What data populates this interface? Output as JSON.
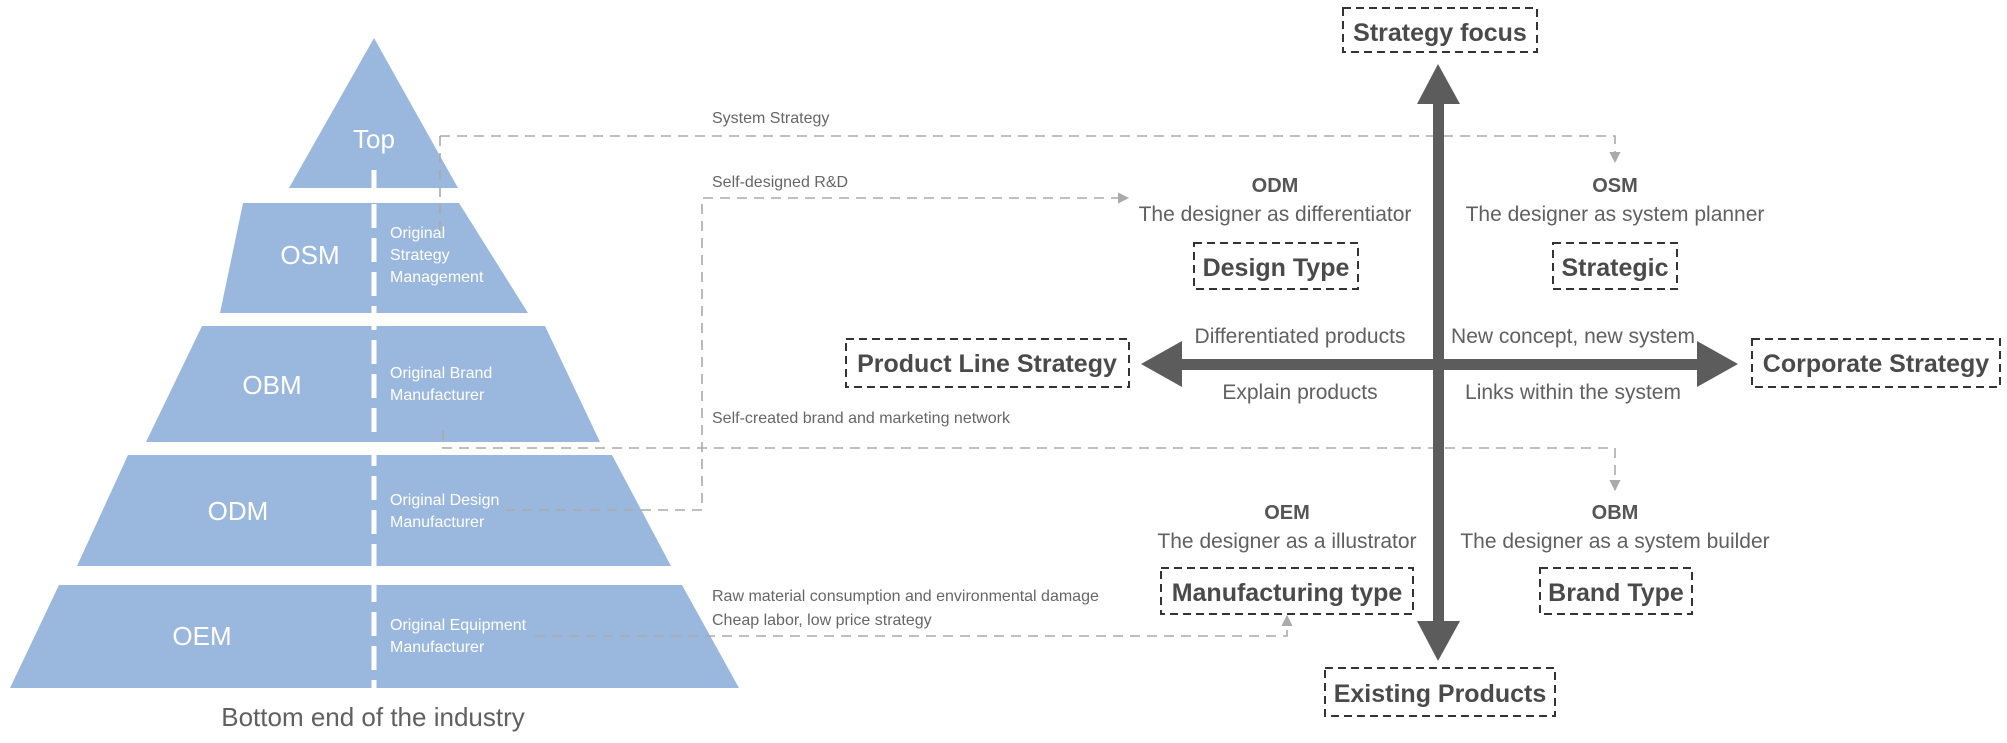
{
  "pyramid": {
    "top_label": "Top",
    "levels": [
      {
        "abbr": "OSM",
        "desc": [
          "Original",
          "Strategy",
          "Management"
        ]
      },
      {
        "abbr": "OBM",
        "desc": [
          "Original Brand",
          "Manufacturer"
        ]
      },
      {
        "abbr": "ODM",
        "desc": [
          "Original Design",
          "Manufacturer"
        ]
      },
      {
        "abbr": "OEM",
        "desc": [
          "Original Equipment",
          "Manufacturer"
        ]
      }
    ],
    "bottom_caption": "Bottom end of the industry"
  },
  "connectors": {
    "system_strategy": "System Strategy",
    "self_designed": "Self-designed R&D",
    "self_created_brand": "Self-created brand and marketing network",
    "raw_material": "Raw material consumption and environmental damage",
    "cheap_labor": "Cheap labor, low price strategy"
  },
  "axes": {
    "top": "Strategy focus",
    "bottom": "Existing Products",
    "left": "Product Line Strategy",
    "right": "Corporate Strategy",
    "upper_left_label": "Differentiated products",
    "lower_left_label": "Explain products",
    "upper_right_label": "New concept, new system",
    "lower_right_label": "Links within the system"
  },
  "quadrants": {
    "top_left": {
      "abbr": "ODM",
      "role": "The designer as differentiator",
      "type": "Design Type"
    },
    "top_right": {
      "abbr": "OSM",
      "role": "The designer as system planner",
      "type": "Strategic"
    },
    "bottom_left": {
      "abbr": "OEM",
      "role": "The designer as a illustrator",
      "type": "Manufacturing type"
    },
    "bottom_right": {
      "abbr": "OBM",
      "role": "The designer as a system builder",
      "type": "Brand Type"
    }
  },
  "colors": {
    "pyramid_fill": "#9ab8de",
    "axis": "#5c5c5c",
    "connector": "#aaaaaa",
    "box_border": "#333333"
  }
}
